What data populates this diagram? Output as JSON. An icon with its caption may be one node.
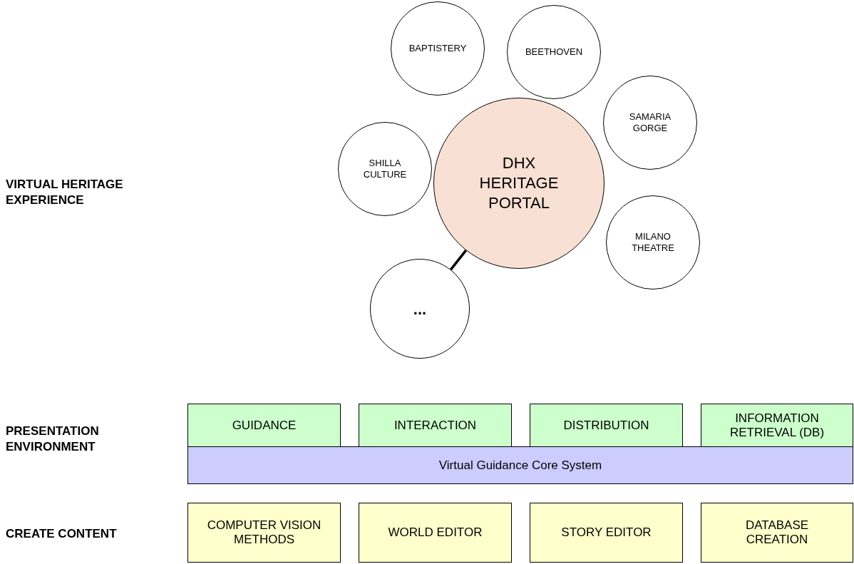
{
  "diagram": {
    "nodes": [
      {
        "text": [
          "BEETHOVEN"
        ]
      },
      {
        "text": [
          "BAPTISTERY"
        ]
      },
      {
        "text": [
          "SAMARIA GORGE"
        ]
      },
      {
        "text": [
          "SHILLA CULTURE"
        ]
      },
      {
        "text": [
          "DHX HERITAGE PORTAL"
        ]
      },
      {
        "text": [
          "MILANO THEATRE"
        ]
      },
      {
        "text": [
          "..."
        ]
      },
      {
        "text": [
          "GUIDANCE"
        ]
      },
      {
        "text": [
          "INTERACTION"
        ]
      },
      {
        "text": [
          "DISTRIBUTION"
        ]
      },
      {
        "text": [
          "INFORMATION RETRIEVAL (DB)"
        ]
      },
      {
        "text": [
          "Virtual Guidance Core System"
        ]
      },
      {
        "text": [
          "COMPUTER VISION METHODS"
        ]
      },
      {
        "text": [
          "WORLD EDITOR"
        ]
      },
      {
        "text": [
          "STORY EDITOR"
        ]
      },
      {
        "text": [
          "DATABASE CREATION"
        ]
      }
    ],
    "edges": [
      {
        "from": 4,
        "to": 6,
        "arrow": "none"
      }
    ],
    "labels": [
      "VIRTUAL HERITAGE EXPERIENCE",
      "PRESENTATION ENVIRONMENT",
      "CREATE CONTENT"
    ]
  }
}
